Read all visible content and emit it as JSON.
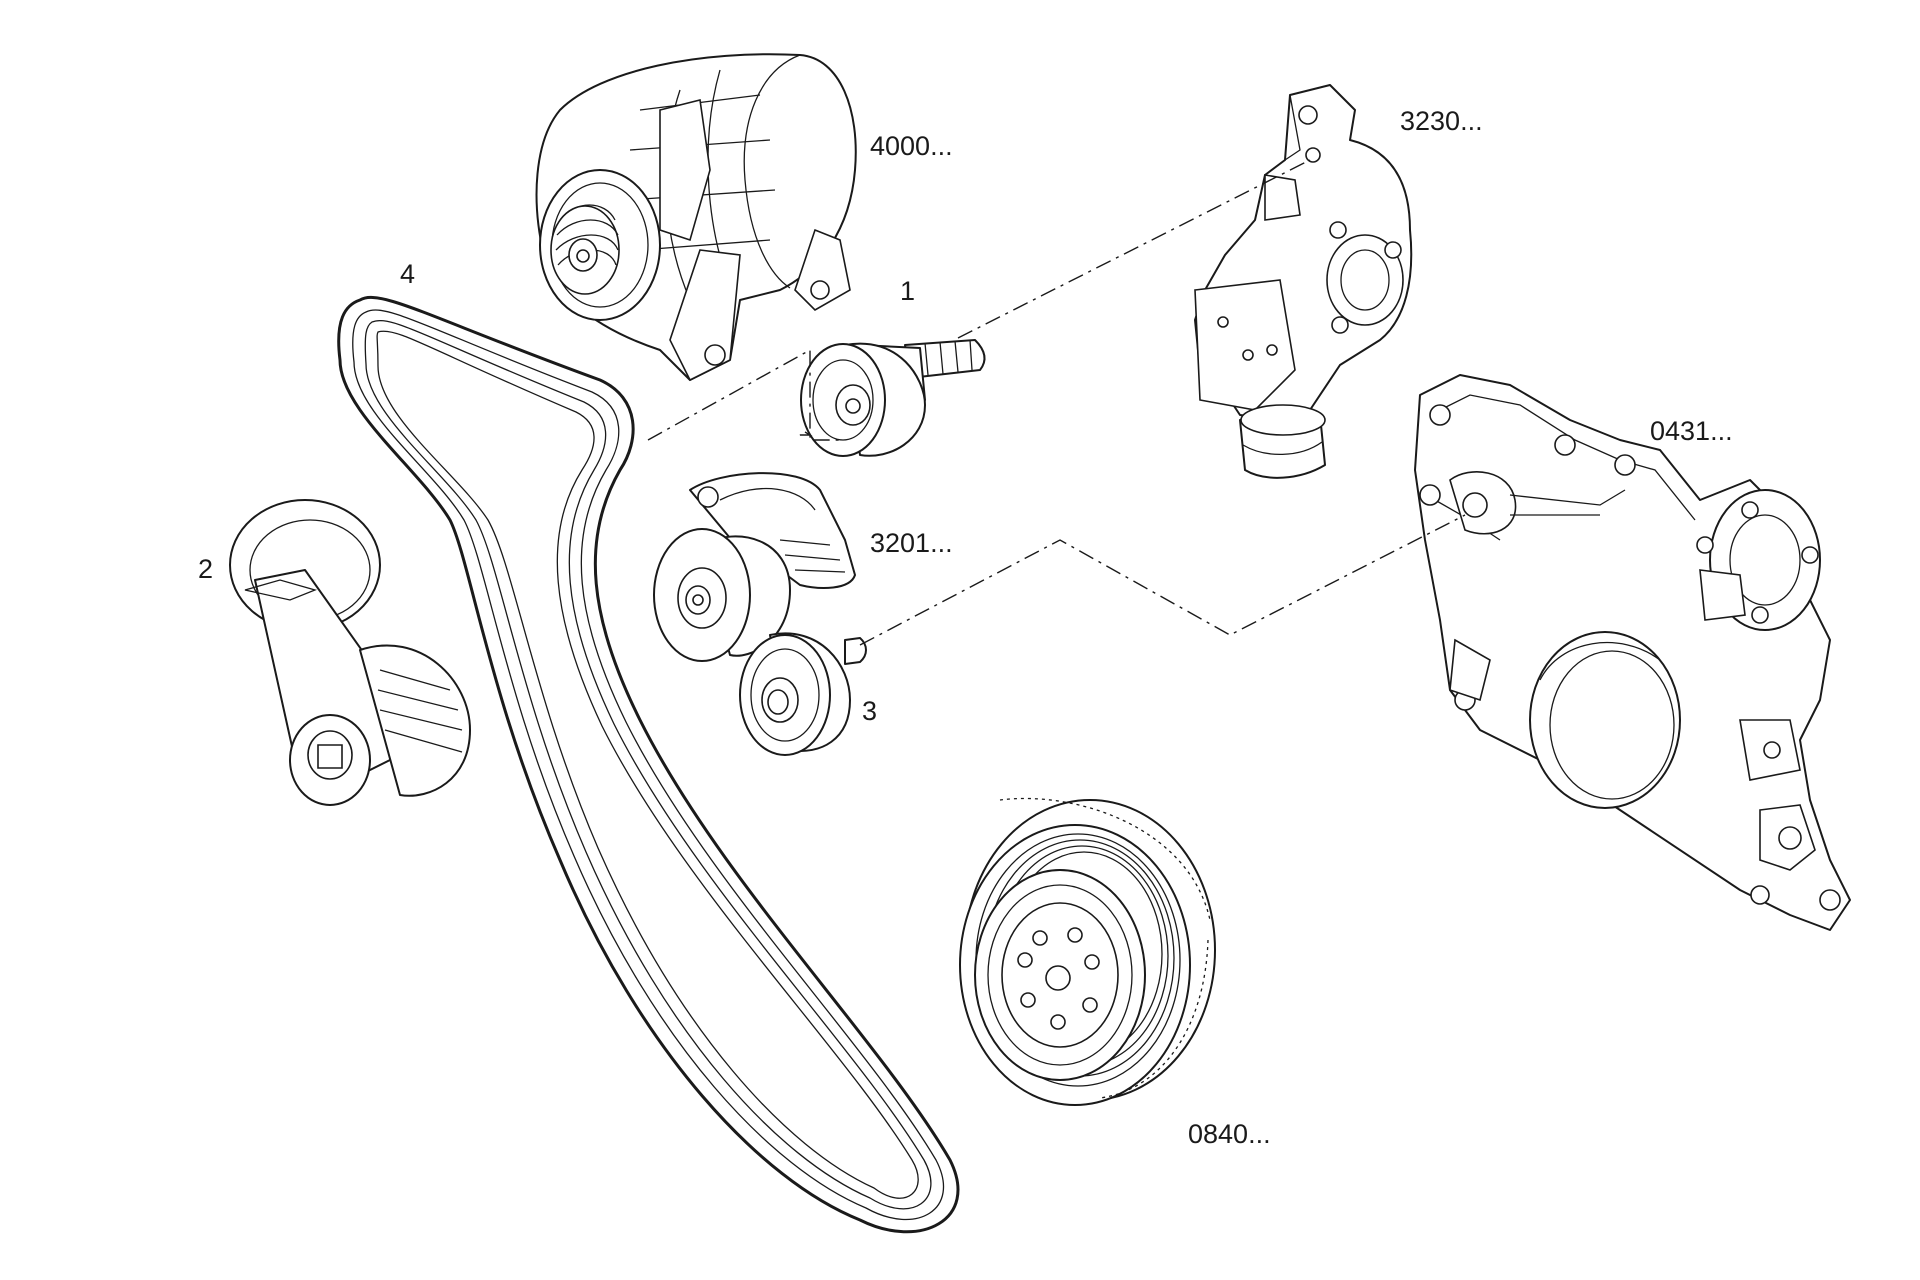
{
  "diagram": {
    "callouts": {
      "alternator": "4000...",
      "bracket": "3230...",
      "pulley_1": "1",
      "tensioner_2": "2",
      "pulley_3": "3",
      "belt_4": "4",
      "tensioner_assembly": "3201...",
      "timing_cover": "0431...",
      "crank_pulley": "0840..."
    },
    "line_color": "#1a1a1a",
    "background": "#ffffff"
  }
}
